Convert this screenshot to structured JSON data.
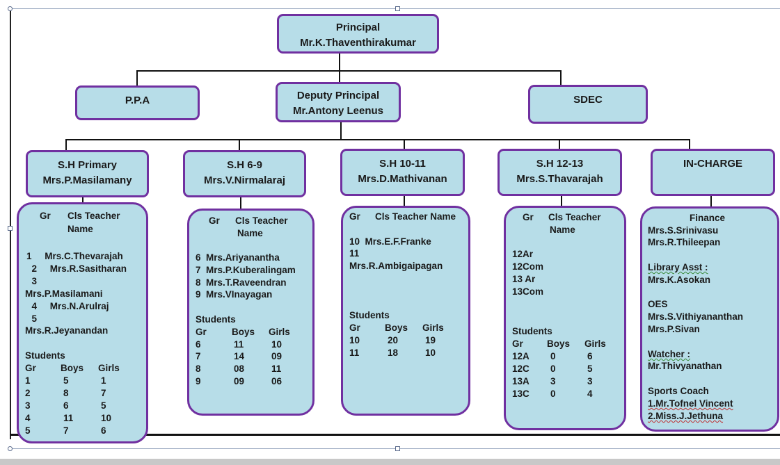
{
  "principal": {
    "title": "Principal",
    "name": "Mr.K.Thaventhirakumar"
  },
  "ppa": {
    "title": "P.P.A"
  },
  "deputy": {
    "title": "Deputy Principal",
    "name": "Mr.Antony  Leenus"
  },
  "sdec": {
    "title": "SDEC"
  },
  "heads": [
    {
      "title": "S.H Primary",
      "name": "Mrs.P.Masilamany"
    },
    {
      "title": "S.H 6-9",
      "name": "Mrs.V.Nirmalaraj"
    },
    {
      "title": "S.H 10-11",
      "name": "Mrs.D.Mathivanan"
    },
    {
      "title": "S.H 12-13",
      "name": "Mrs.S.Thavarajah"
    },
    {
      "title": "IN-CHARGE",
      "name": ""
    }
  ],
  "primary": {
    "hdr_gr": "Gr",
    "hdr_teacher": "Cls Teacher",
    "hdr_name": "Name",
    "rows": [
      "1     Mrs.C.Thevarajah",
      "  2     Mrs.R.Sasitharan",
      "  3",
      "Mrs.P.Masilamani",
      "  4     Mrs.N.Arulraj",
      "  5",
      "Mrs.R.Jeyanandan"
    ],
    "students": "Students",
    "st_hdr": [
      "Gr",
      "Boys",
      "Girls"
    ],
    "st_rows": [
      [
        "1",
        "5",
        "1"
      ],
      [
        "2",
        "8",
        "7"
      ],
      [
        "3",
        "6",
        "5"
      ],
      [
        "4",
        "11",
        "10"
      ],
      [
        "5",
        "7",
        "6"
      ]
    ]
  },
  "grade69": {
    "hdr_gr": "Gr",
    "hdr_teacher": "Cls Teacher",
    "hdr_name": "Name",
    "rows": [
      "6  Mrs.Ariyanantha",
      "7  Mrs.P.Kuberalingam",
      "8  Mrs.T.Raveendran",
      "9  Mrs.VInayagan"
    ],
    "students": "Students",
    "st_hdr": [
      "Gr",
      "Boys",
      "Girls"
    ],
    "st_rows": [
      [
        "6",
        "11",
        "10"
      ],
      [
        "7",
        "14",
        "09"
      ],
      [
        "8",
        "08",
        "11"
      ],
      [
        "9",
        "09",
        "06"
      ]
    ]
  },
  "grade1011": {
    "hdr_gr": "Gr",
    "hdr_teacher": "Cls Teacher Name",
    "rows": [
      "10  Mrs.E.F.Franke",
      "11",
      "Mrs.R.Ambigaipagan"
    ],
    "students": "Students",
    "st_hdr": [
      "Gr",
      "Boys",
      "Girls"
    ],
    "st_rows": [
      [
        "10",
        "20",
        "19"
      ],
      [
        "11",
        "18",
        "10"
      ]
    ]
  },
  "grade1213": {
    "hdr_gr": "Gr",
    "hdr_teacher": "Cls Teacher",
    "hdr_name": "Name",
    "rows": [
      "12Ar",
      "12Com",
      "13 Ar",
      "13Com"
    ],
    "students": "Students",
    "st_hdr": [
      "Gr",
      "Boys",
      "Girls"
    ],
    "st_rows": [
      [
        "12A",
        "0",
        "6"
      ],
      [
        "12C",
        "0",
        "5"
      ],
      [
        "13A",
        "3",
        "3"
      ],
      [
        "13C",
        "0",
        "4"
      ]
    ]
  },
  "incharge": {
    "finance": "Finance",
    "finance_names": [
      "Mrs.S.Srinivasu",
      "Mrs.R.Thileepan"
    ],
    "library": "Library Asst :",
    "library_name": "Mrs.K.Asokan",
    "oes": "OES",
    "oes_names": [
      "Mrs.S.Vithiyananthan",
      "Mrs.P.Sivan"
    ],
    "watcher": "Watcher :",
    "watcher_name": "Mr.Thivyanathan",
    "sports": "Sports Coach",
    "sports_names": [
      "1.Mr.Tofnel Vincent",
      "2.Miss.J.Jethuna"
    ]
  }
}
